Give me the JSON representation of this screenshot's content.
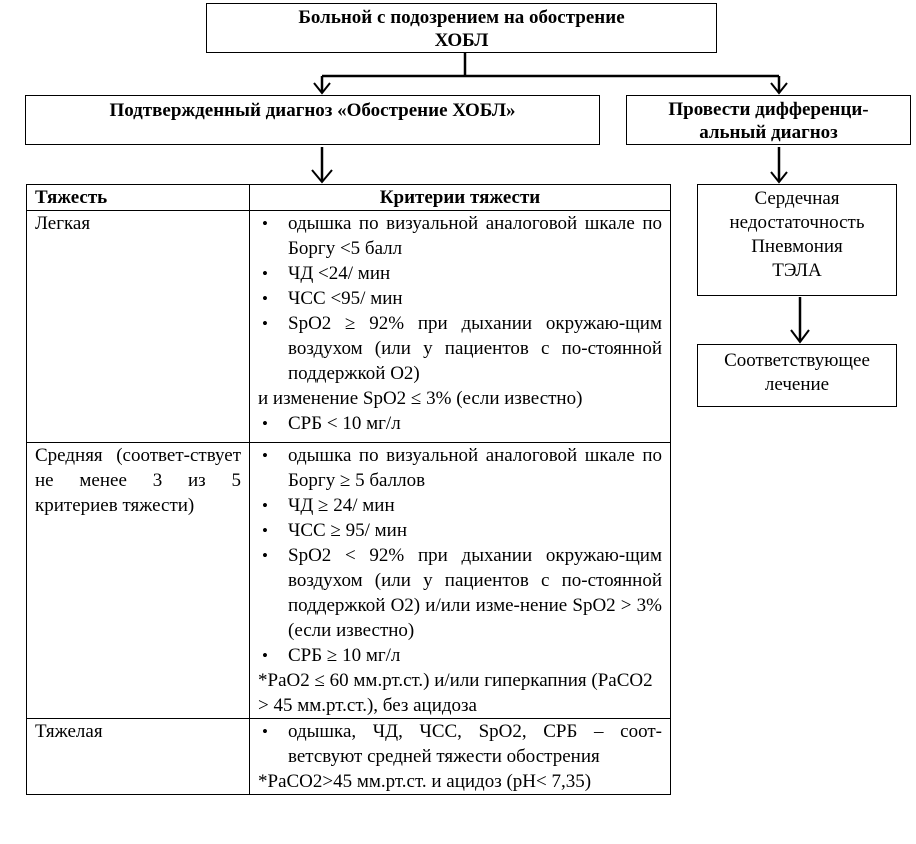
{
  "top_box": {
    "line1": "Больной с подозрением на обострение",
    "line2": "ХОБЛ"
  },
  "confirm_box": "Подтвержденный диагноз «Обострение ХОБЛ»",
  "diff_box": {
    "line1": "Провести дифференци-",
    "line2": "альный диагноз"
  },
  "causes": [
    "Сердечная",
    "недостаточность",
    "Пневмония",
    "ТЭЛА"
  ],
  "treatment": {
    "line1": "Соответствующее",
    "line2": "лечение"
  },
  "table": {
    "headers": [
      "Тяжесть",
      "Критерии тяжести"
    ],
    "rows": [
      {
        "severity": "Легкая",
        "items": [
          "одышка по визуальной аналоговой шкале по Боргу <5 балл",
          "ЧД <24/ мин",
          "ЧСС <95/ мин",
          "SpO2 ≥ 92% при дыхании окружаю-щим воздухом (или у пациентов с по-стоянной поддержкой О2)"
        ],
        "note": "и изменение SpO2 ≤ 3% (если известно)",
        "items_after": [
          "СРБ < 10 мг/л"
        ]
      },
      {
        "severity": "Средняя (соответ-ствует не менее 3 из 5 критериев тяжести)",
        "items": [
          "одышка по визуальной аналоговой шкале по Боргу ≥ 5 баллов",
          "ЧД ≥ 24/ мин",
          "ЧСС ≥ 95/ мин",
          "SpO2 < 92% при дыхании окружаю-щим воздухом (или у пациентов с по-стоянной поддержкой О2) и/или изме-нение SpO2 > 3% (если известно)",
          "СРБ ≥ 10 мг/л"
        ],
        "note": "*PaO2 ≤ 60 мм.рт.ст.) и/или гиперкапния (PaCO2 > 45 мм.рт.ст.), без ацидоза"
      },
      {
        "severity": "Тяжелая",
        "items": [
          "одышка, ЧД, ЧСС, SpO2, СРБ – соот-ветсвуют средней тяжести обострения"
        ],
        "note": "*PaCO2>45 мм.рт.ст. и ацидоз (pH< 7,35)"
      }
    ]
  }
}
